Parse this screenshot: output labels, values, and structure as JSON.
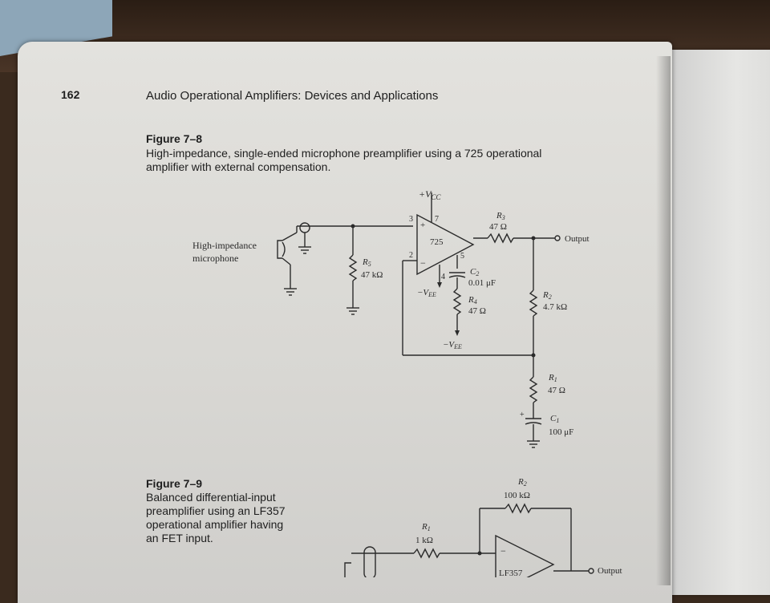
{
  "page_number": "162",
  "header_title": "Audio Operational Amplifiers: Devices and Applications",
  "figure_7_8": {
    "label": "Figure 7–8",
    "caption_line1": "High-impedance, single-ended microphone preamplifier using a 725 operational",
    "caption_line2": "amplifier with external compensation.",
    "vcc": "+V",
    "vcc_sub": "CC",
    "pin3": "3",
    "pin7": "7",
    "pin2": "2",
    "pin4": "4",
    "pin5": "5",
    "opamp": "725",
    "plus_sign": "+",
    "minus_sign": "−",
    "r3_name": "R",
    "r3_sub": "3",
    "r3_value": "47 Ω",
    "output_label": "Output",
    "mic_line1": "High-impedance",
    "mic_line2": "microphone",
    "r5_name": "R",
    "r5_sub": "5",
    "r5_value": "47 kΩ",
    "c2_name": "C",
    "c2_sub": "2",
    "c2_value": "0.01 μF",
    "vee": "−V",
    "vee_sub": "EE",
    "r4_name": "R",
    "r4_sub": "4",
    "r4_value": "47 Ω",
    "r2_name": "R",
    "r2_sub": "2",
    "r2_value": "4.7 kΩ",
    "r1_name": "R",
    "r1_sub": "1",
    "r1_value": "47 Ω",
    "c1_name": "C",
    "c1_sub": "1",
    "c1_value": "100 μF"
  },
  "figure_7_9": {
    "label": "Figure 7–9",
    "caption_line1": "Balanced differential-input",
    "caption_line2": "preamplifier using an LF357",
    "caption_line3": "operational amplifier having",
    "caption_line4": "an FET input.",
    "r2_name": "R",
    "r2_sub": "2",
    "r2_value": "100 kΩ",
    "r1_name": "R",
    "r1_sub": "1",
    "r1_value": "1 kΩ",
    "opamp": "LF357",
    "minus_sign": "−",
    "output_label": "Output"
  }
}
